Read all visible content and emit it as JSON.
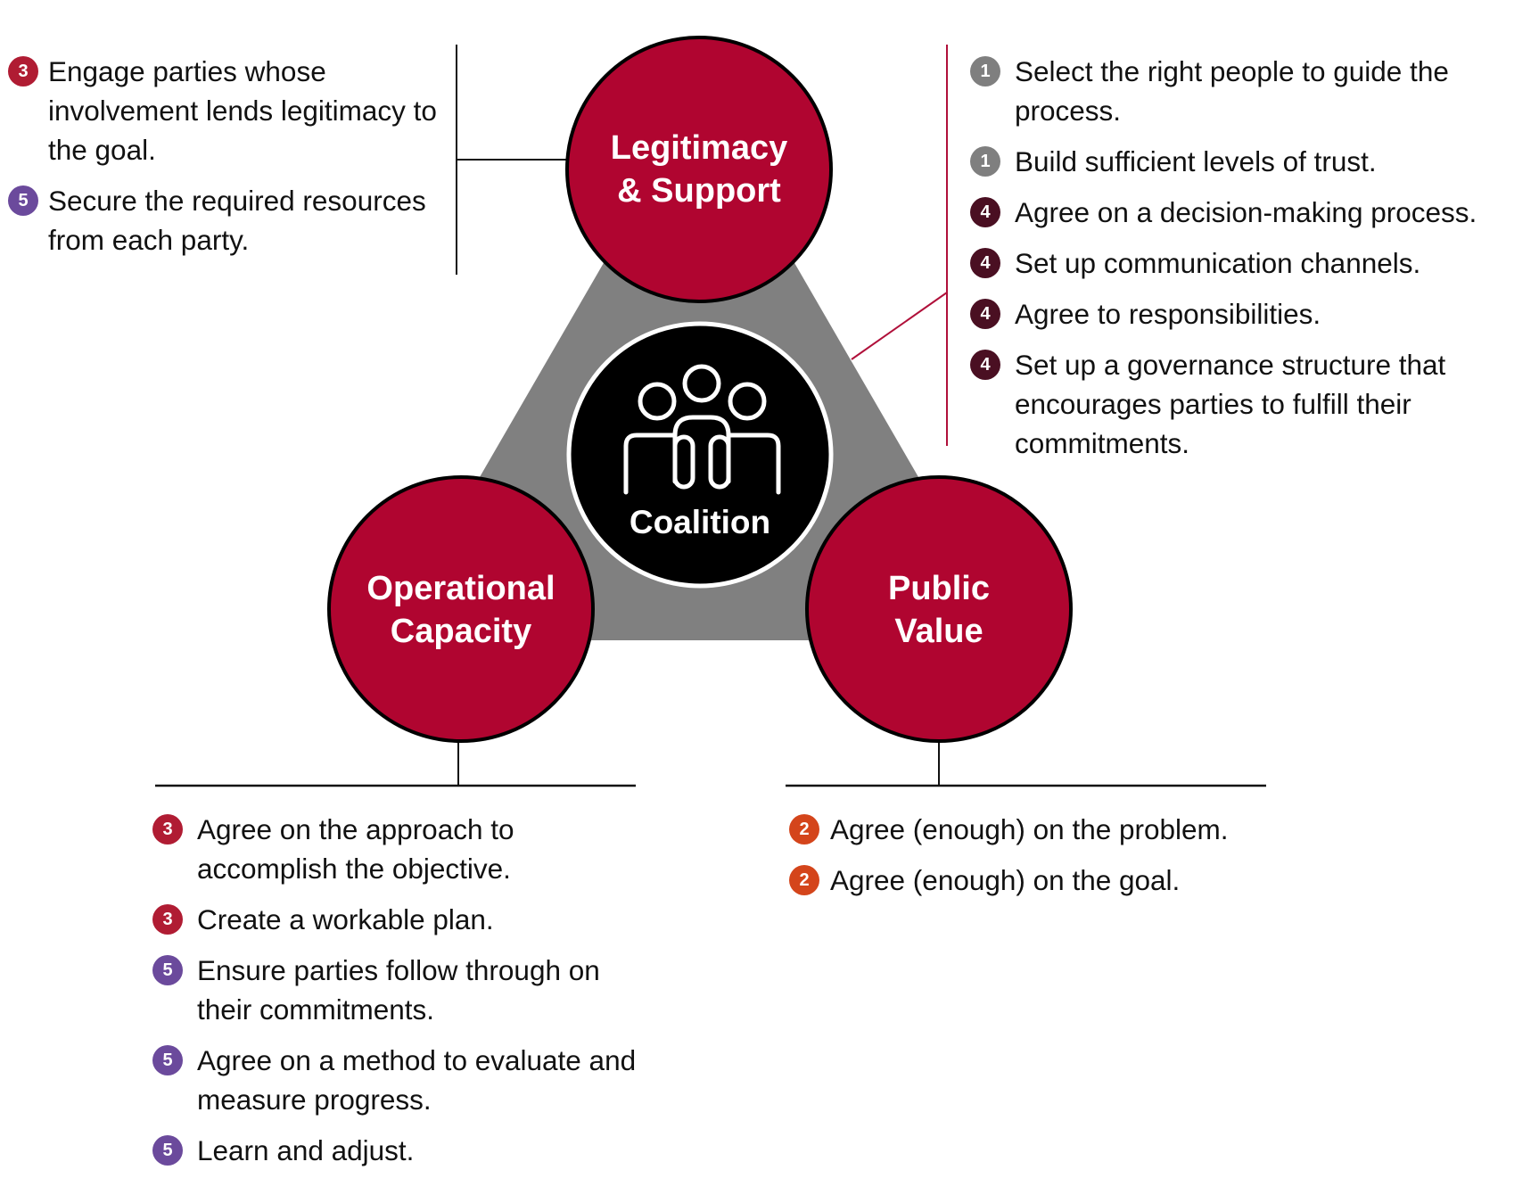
{
  "colors": {
    "circle_fill": "#b00530",
    "triangle": "#808080",
    "center": "#000000",
    "connector_red": "#b0103a",
    "step1": "#7f7f7f",
    "step2": "#d4451b",
    "step3": "#b01c33",
    "step4": "#4a0f22",
    "step5": "#6b4a9c"
  },
  "center": {
    "label": "Coalition",
    "icon": "people-group-icon"
  },
  "circles": {
    "legitimacy": [
      "Legitimacy",
      "& Support"
    ],
    "operational": [
      "Operational",
      "Capacity"
    ],
    "public_value": [
      "Public",
      "Value"
    ]
  },
  "lists": {
    "legitimacy": [
      {
        "step": "3",
        "text": "Engage parties whose involvement lends legitimacy to the goal."
      },
      {
        "step": "5",
        "text": "Secure the required resources from each party."
      }
    ],
    "coalition": [
      {
        "step": "1",
        "text": "Select the right people to guide the process."
      },
      {
        "step": "1",
        "text": "Build sufficient levels of trust."
      },
      {
        "step": "4",
        "text": "Agree on a decision-making process."
      },
      {
        "step": "4",
        "text": "Set up communication channels."
      },
      {
        "step": "4",
        "text": "Agree to responsibilities."
      },
      {
        "step": "4",
        "text": "Set up a governance structure that encourages parties to fulfill their commitments."
      }
    ],
    "operational": [
      {
        "step": "3",
        "text": "Agree on the approach to accomplish the objective."
      },
      {
        "step": "3",
        "text": "Create a workable plan."
      },
      {
        "step": "5",
        "text": "Ensure parties follow through on their commitments."
      },
      {
        "step": "5",
        "text": "Agree on a method to evaluate and measure progress."
      },
      {
        "step": "5",
        "text": "Learn and adjust."
      }
    ],
    "public_value": [
      {
        "step": "2",
        "text": "Agree (enough) on the problem."
      },
      {
        "step": "2",
        "text": "Agree (enough) on the goal."
      }
    ]
  }
}
